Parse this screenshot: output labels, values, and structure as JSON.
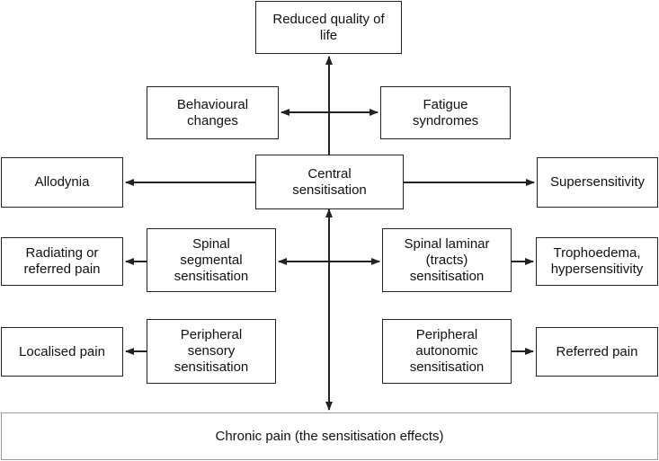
{
  "nodes": {
    "reduced_quality": "Reduced quality of\nlife",
    "behavioural_changes": "Behavioural\nchanges",
    "fatigue_syndromes": "Fatigue\nsyndromes",
    "allodynia": "Allodynia",
    "central_sensitisation": "Central\nsensitisation",
    "supersensitivity": "Supersensitivity",
    "radiating_pain": "Radiating or\nreferred pain",
    "spinal_segmental": "Spinal\nsegmental\nsensitisation",
    "spinal_laminar": "Spinal laminar\n(tracts)\nsensitisation",
    "trophoedema": "Trophoedema,\nhypersensitivity",
    "localised_pain": "Localised pain",
    "peripheral_sensory": "Peripheral\nsensory\nsensitisation",
    "peripheral_autonomic": "Peripheral\nautonomic\nsensitisation",
    "referred_pain": "Referred pain",
    "chronic_pain": "Chronic pain (the sensitisation effects)"
  },
  "colors": {
    "line": "#222222",
    "chronic_border": "#9a9a9a"
  }
}
